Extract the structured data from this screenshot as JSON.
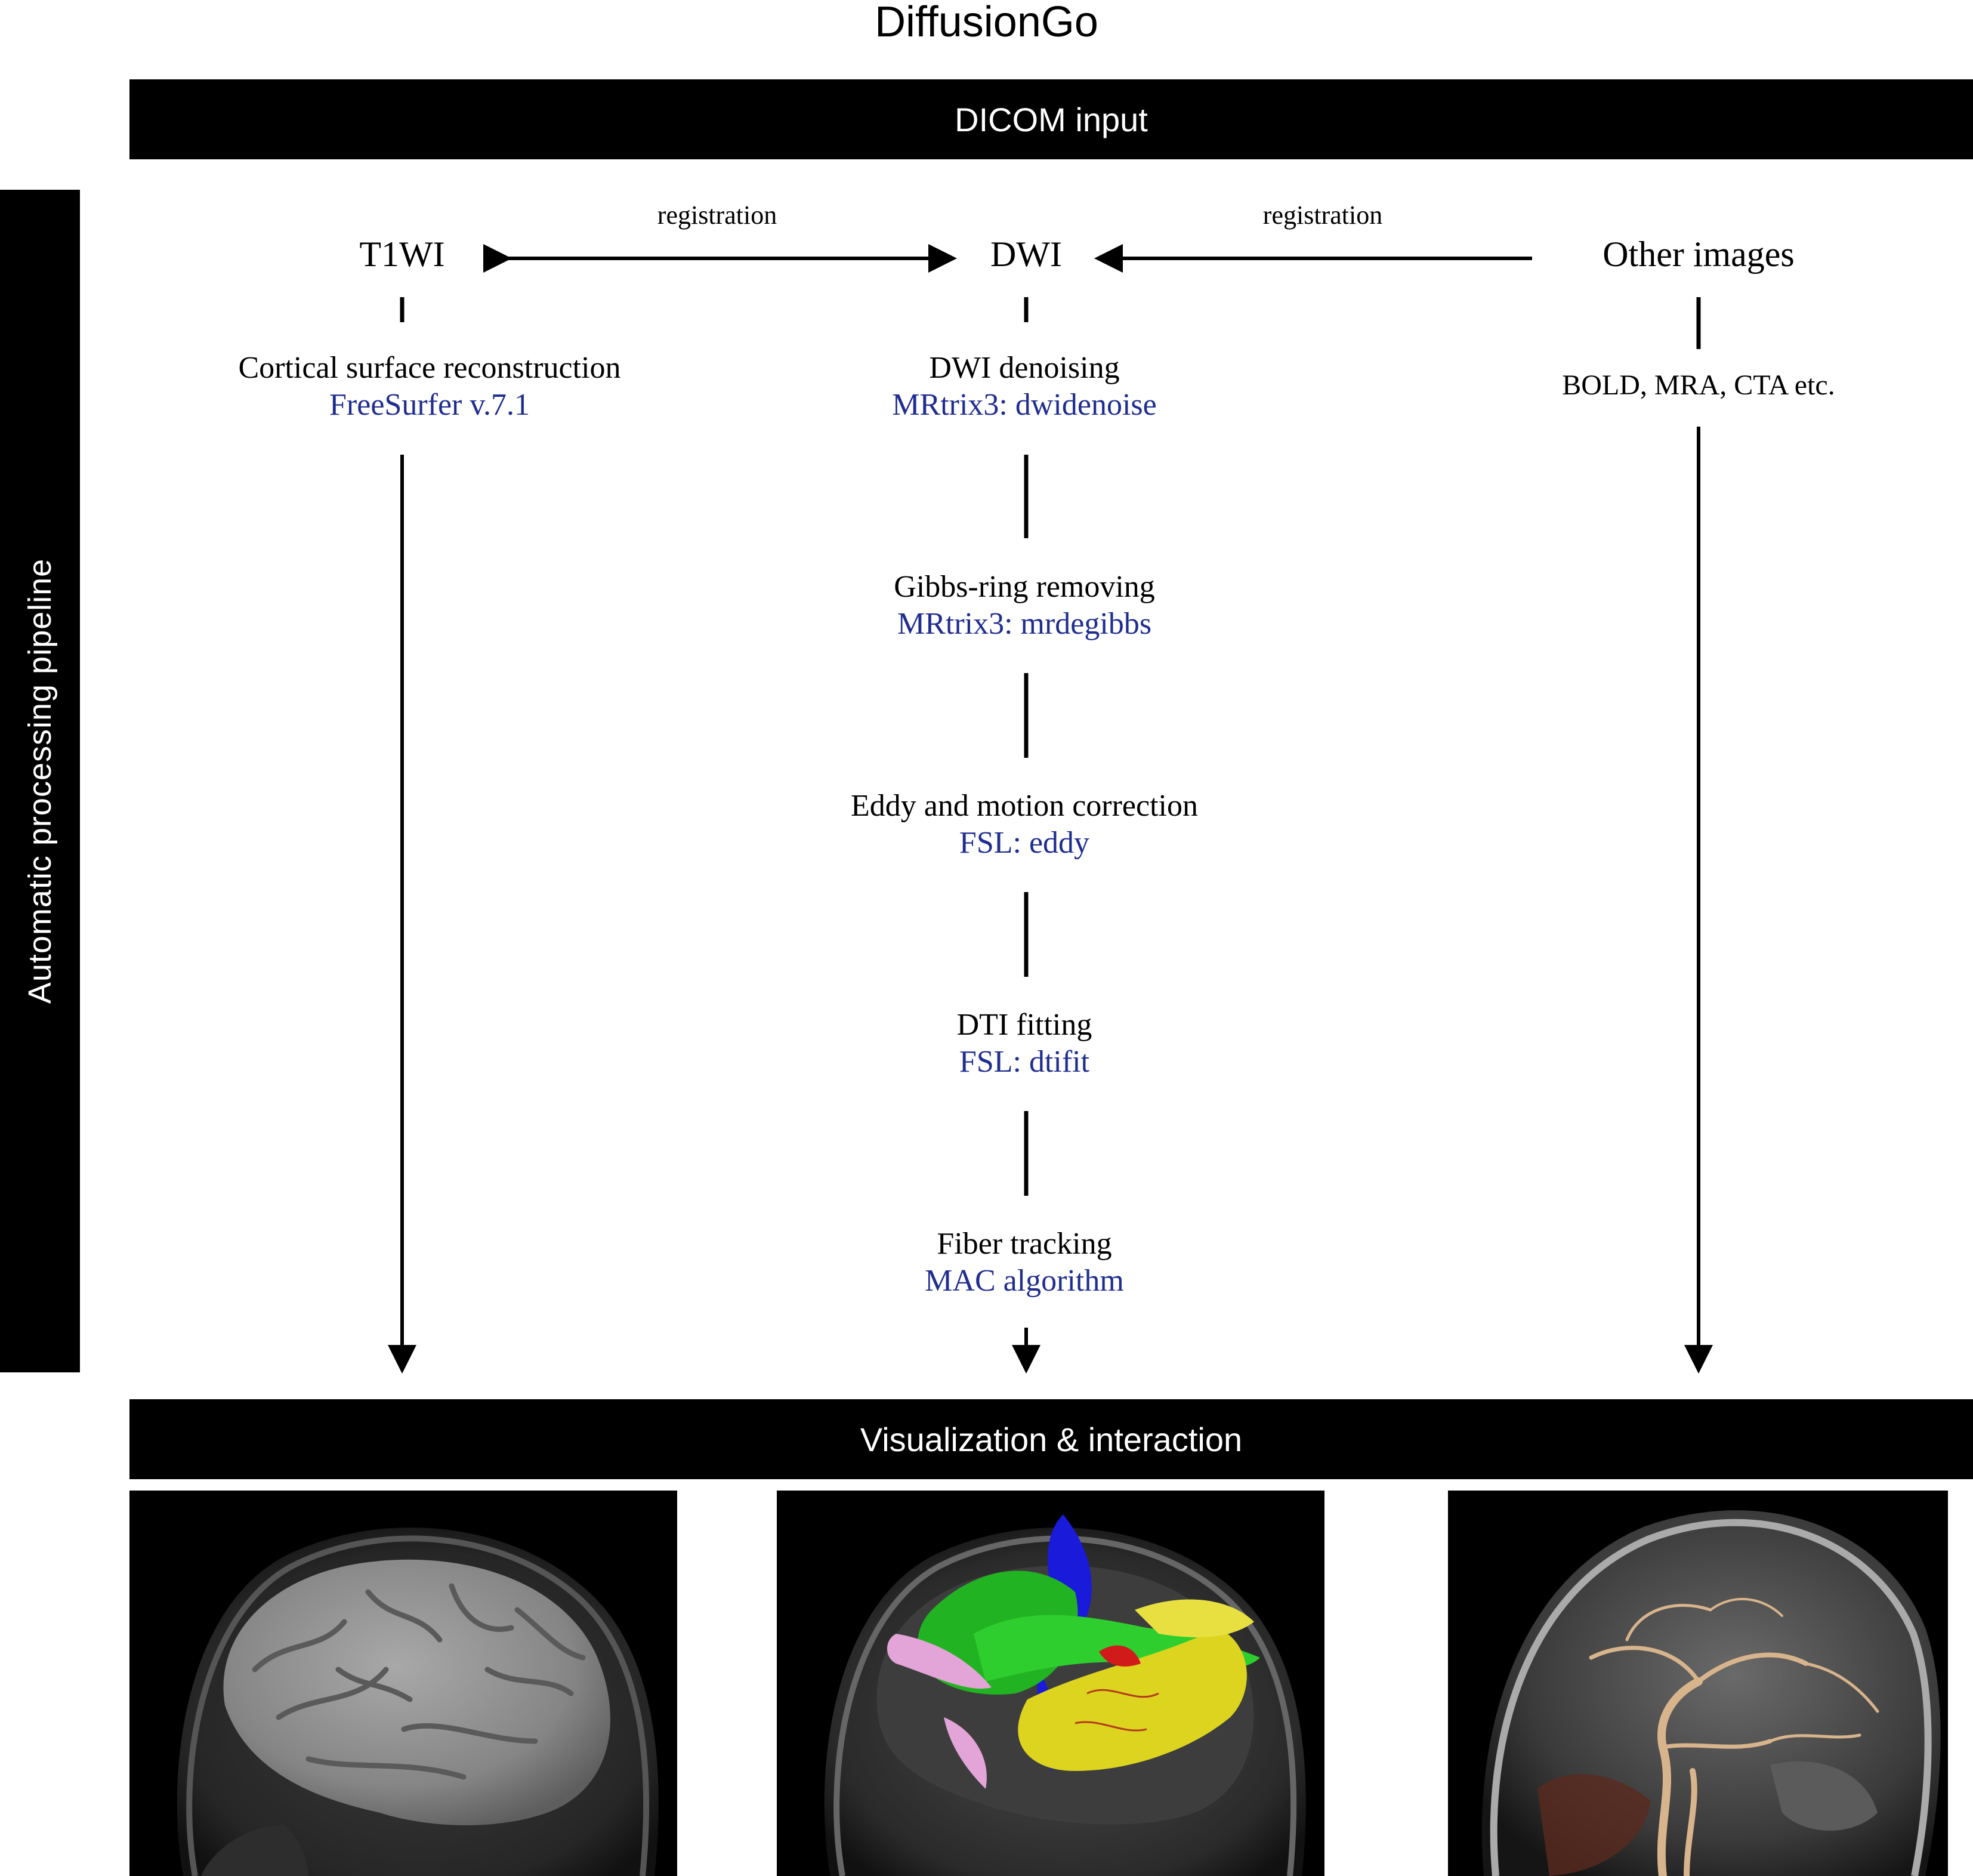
{
  "title": "DiffusionGo",
  "input_bar": "DICOM input",
  "side_label": "Automatic processing pipeline",
  "output_bar": "Visualization & interaction",
  "nodes": {
    "t1wi": "T1WI",
    "dwi": "DWI",
    "other": "Other images"
  },
  "registration_labels": [
    "registration",
    "registration"
  ],
  "t1_step": {
    "name": "Cortical surface reconstruction",
    "tool": "FreeSurfer v.7.1"
  },
  "other_note": "BOLD, MRA, CTA etc.",
  "dwi_steps": [
    {
      "name": "DWI denoising",
      "tool": "MRtrix3: dwidenoise"
    },
    {
      "name": "Gibbs-ring removing",
      "tool": "MRtrix3: mrdegibbs"
    },
    {
      "name": "Eddy and motion correction",
      "tool": "FSL: eddy"
    },
    {
      "name": "DTI fitting",
      "tool": "FSL: dtifit"
    },
    {
      "name": "Fiber tracking",
      "tool": "MAC algorithm"
    }
  ],
  "panels": [
    "cortical-surface-render",
    "fiber-tract-render",
    "angiography-render"
  ]
}
